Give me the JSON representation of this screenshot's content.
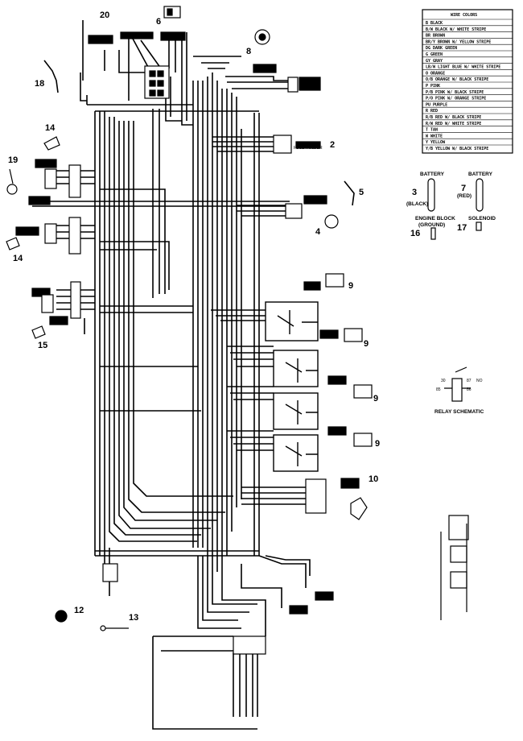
{
  "callouts": {
    "c20": "20",
    "c6a": "6",
    "c8": "8",
    "c18": "18",
    "c14a": "14",
    "c19": "19",
    "c2": "2",
    "c5": "5",
    "c4": "4",
    "c14b": "14",
    "c15": "15",
    "c9a": "9",
    "c9b": "9",
    "c9c": "9",
    "c9d": "9",
    "c10": "10",
    "c12": "12",
    "c13": "13",
    "c3": "3",
    "c7": "7",
    "c16": "16",
    "c17": "17"
  },
  "battery": {
    "label_left": "BATTERY",
    "label_right": "BATTERY",
    "black": "(BLACK)",
    "red": "(RED)",
    "engine_block": "ENGINE BLOCK",
    "ground": "(GROUND)",
    "solenoid": "SOLENOID"
  },
  "relay": {
    "title": "RELAY SCHEMATIC",
    "pin_30": "30",
    "pin_87": "87",
    "pin_no": "NO",
    "pin_85": "85",
    "pin_86": "86"
  },
  "legend": {
    "header": "WIRE COLORS",
    "rows": [
      "B  BLACK",
      "B/W BLACK W/ WHITE STRIPE",
      "BR  BROWN",
      "BR/Y BROWN W/ YELLOW STRIPE",
      "DG  DARK GREEN",
      "G  GREEN",
      "GY  GRAY",
      "LB/W LIGHT BLUE W/ WHITE STRIPE",
      "O  ORANGE",
      "O/B ORANGE W/ BLACK STRIPE",
      "P  PINK",
      "P/B PINK W/ BLACK STRIPE",
      "P/O PINK W/ ORANGE STRIPE",
      "PU  PURPLE",
      "R  RED",
      "R/B RED W/ BLACK STRIPE",
      "R/W RED W/ WHITE STRIPE",
      "T  TAN",
      "W  WHITE",
      "Y  YELLOW",
      "Y/B YELLOW W/ BLACK STRIPE"
    ]
  },
  "connector_label": "FUSE HOLDER"
}
